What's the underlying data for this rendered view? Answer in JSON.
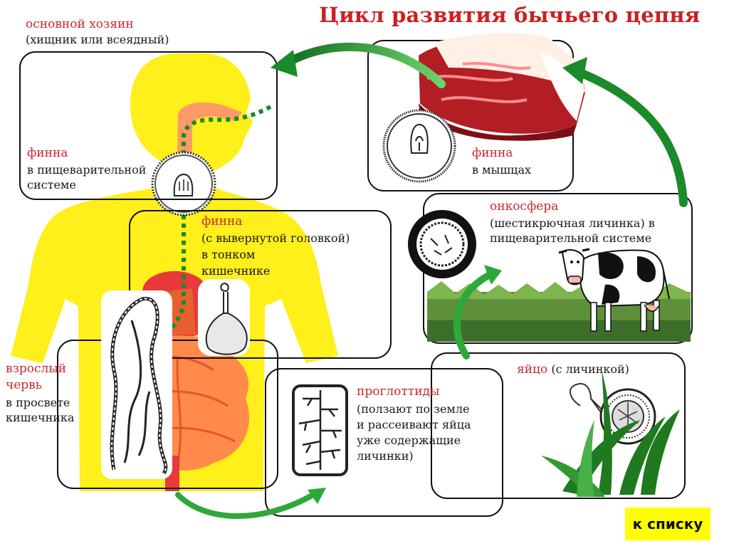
{
  "title": "Цикл развития бычьего цепня",
  "host": {
    "title": "основной хозяин",
    "subtitle": "(хищник или всеядный)"
  },
  "finna_digestive": {
    "title": "финна",
    "line1": "в пищеварительной",
    "line2": "системе"
  },
  "finna_muscle": {
    "title": "финна",
    "line1": "в мышцах"
  },
  "finna_intestine": {
    "title": "финна",
    "line1": "(с вывернутой головкой)",
    "line2": "в тонком",
    "line3": "кишечнике"
  },
  "oncosphere": {
    "title": "онкосфера",
    "line1": "(шестикрючная личинка) в",
    "line2": "пищеварительной системе"
  },
  "adult_worm": {
    "title1": "взрослый",
    "title2": "червь",
    "line1": "в просвете",
    "line2": "кишечника"
  },
  "proglottids": {
    "title": "проглоттиды",
    "line1": "(ползают по земле",
    "line2": "и рассеивают яйца",
    "line3": "уже содержащие",
    "line4": "личинки)"
  },
  "egg": {
    "title": "яйцо",
    "subtitle": "(с личинкой)"
  },
  "nav": {
    "to_list": "к списку"
  },
  "colors": {
    "title_red": "#cc1f1f",
    "label_red": "#c8282e",
    "body_yellow": "#ffef1a",
    "arrow_green": "#1a8a2a",
    "button_yellow": "#ffff00"
  }
}
